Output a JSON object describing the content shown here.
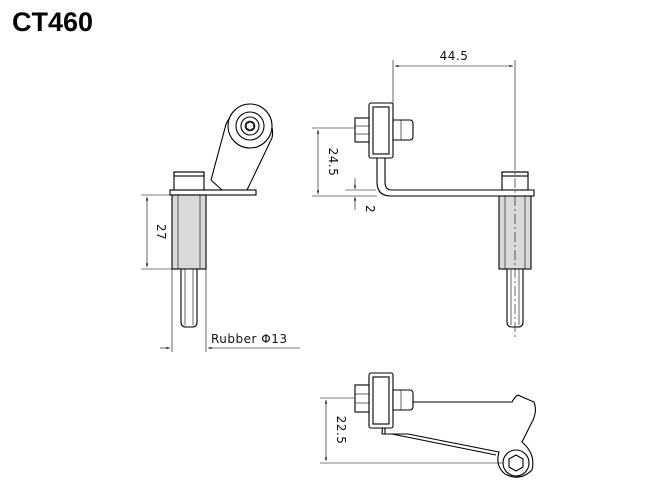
{
  "title": "CT460",
  "dimensions": {
    "height_27": "27",
    "rubber": "Rubber Φ13",
    "width_44_5": "44.5",
    "height_24_5": "24.5",
    "thickness_2": "2",
    "height_22_5": "22.5"
  }
}
